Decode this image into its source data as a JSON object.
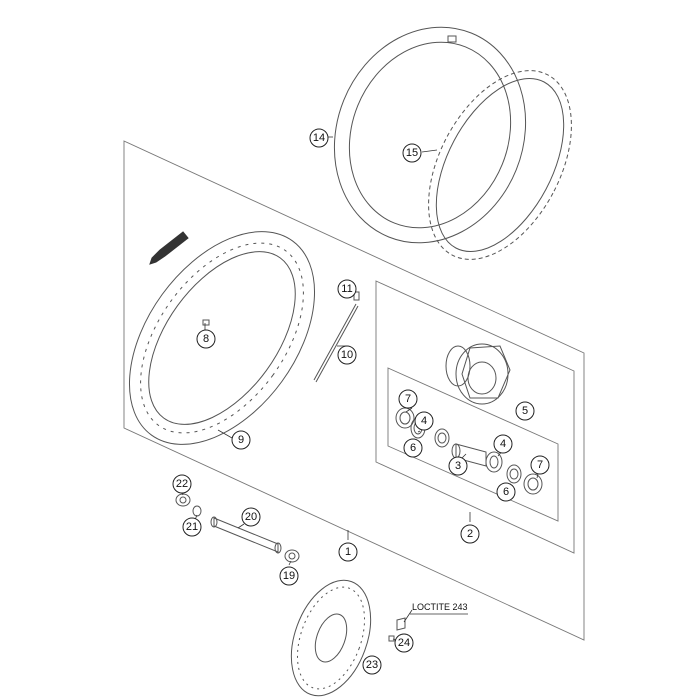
{
  "callouts": {
    "c1": "1",
    "c2": "2",
    "c3": "3",
    "c4a": "4",
    "c4b": "4",
    "c5": "5",
    "c6a": "6",
    "c6b": "6",
    "c7a": "7",
    "c7b": "7",
    "c8": "8",
    "c9": "9",
    "c10": "10",
    "c11": "11",
    "c14": "14",
    "c15": "15",
    "c19": "19",
    "c20": "20",
    "c21": "21",
    "c22": "22",
    "c23": "23",
    "c24": "24"
  },
  "notes": {
    "loctite": "LOCTITE 243"
  },
  "colors": {
    "outline": "#555555",
    "frame": "#777777",
    "text": "#111111",
    "arrow": "#333333"
  }
}
